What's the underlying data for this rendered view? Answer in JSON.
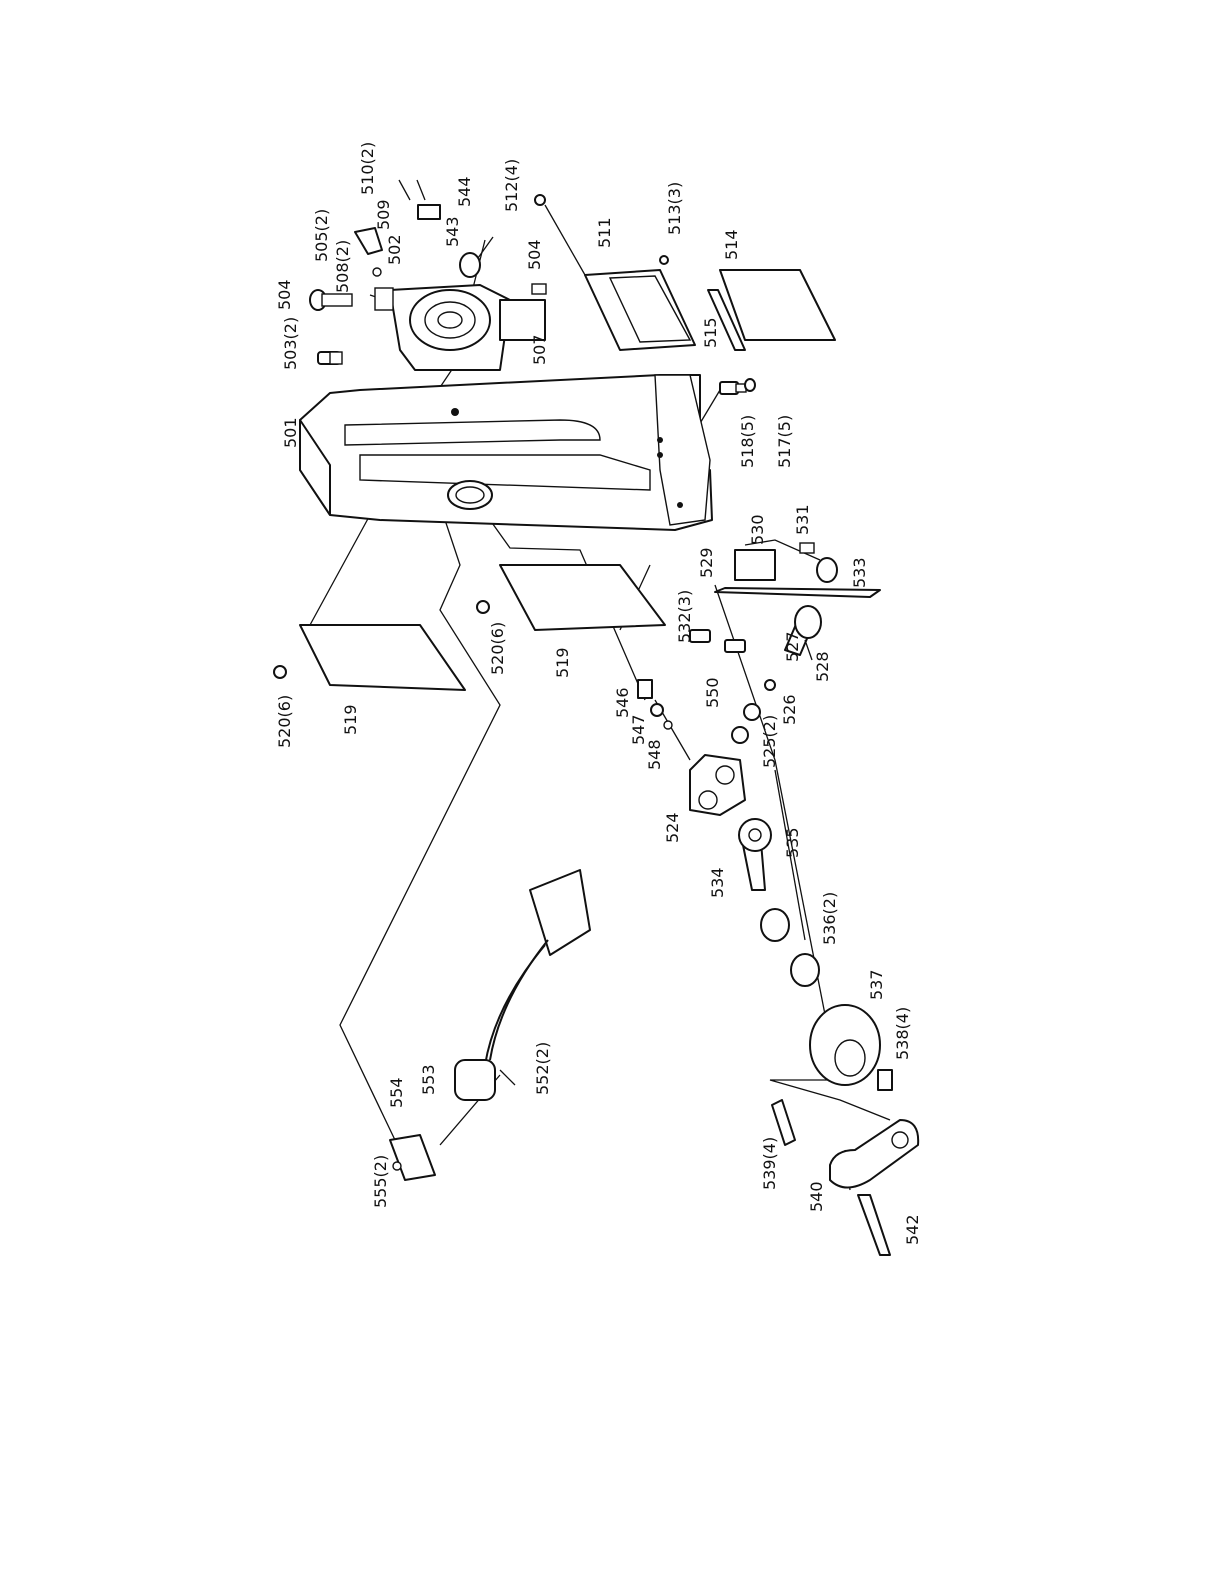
{
  "diagram": {
    "colors": {
      "ink": "#111111",
      "paper": "#ffffff"
    },
    "labels": {
      "501": "501",
      "502": "502",
      "503": "503(2)",
      "504a": "504",
      "504b": "504",
      "505": "505(2)",
      "507": "507",
      "508": "508(2)",
      "509": "509",
      "510": "510(2)",
      "511": "511",
      "512": "512(4)",
      "513": "513(3)",
      "514": "514",
      "515": "515",
      "517": "517(5)",
      "518": "518(5)",
      "519a": "519",
      "519b": "519",
      "520a": "520(6)",
      "520b": "520(6)",
      "524": "524",
      "525": "525(2)",
      "526": "526",
      "527": "527",
      "528": "528",
      "529": "529",
      "530": "530",
      "531": "531",
      "532": "532(3)",
      "533": "533",
      "534": "534",
      "535": "535",
      "536": "536(2)",
      "537": "537",
      "538": "538(4)",
      "539": "539(4)",
      "540": "540",
      "542": "542",
      "543": "543",
      "544": "544",
      "546": "546",
      "547": "547",
      "548": "548",
      "550": "550",
      "552": "552(2)",
      "553": "553",
      "554": "554",
      "555": "555(2)"
    }
  }
}
